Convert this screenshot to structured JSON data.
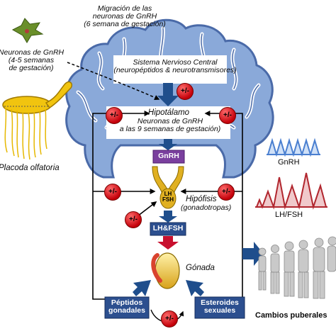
{
  "labels": {
    "migracion": "Migración de las\nneuronas de GnRH\n(6 semana de gestación)",
    "neuronas": "Neuronas de GnRH\n(4-5 semanas\nde gestación)",
    "snc": "Sistema Nervioso Central\n(neuropéptidos & neurotransmisores)",
    "hipotalamo_title": "Hipotálamo",
    "hipotalamo_sub": "Neuronas de GnRH\na las 9 semanas de gestación)",
    "placoda": "Placoda olfatoria",
    "gnrh_box": "GnRH",
    "lhfsh_glyph": "LH\nFSH",
    "hipofisis_title": "Hipófisis",
    "hipofisis_sub": "(gonadotropas)",
    "lhfsh_box": "LH&FSH",
    "gonada": "Gónada",
    "peptidos": "Péptidos\ngonadales",
    "esteroides": "Esteroides\nsexuales",
    "cambios": "Cambios puberales",
    "gnrh_pulse_label": "GnRH",
    "lhfsh_pulse_label": "LH/FSH",
    "pm_symbol": "+/-"
  },
  "colors": {
    "brain": "#8aa9d9",
    "brain_stroke": "#4a6aa8",
    "arrow_blue": "#1f4e8c",
    "box_purple": "#7a3f9e",
    "box_blue": "#2c4f8f",
    "arrow_red": "#c8102e",
    "pituitary": "#e0b021",
    "gnrh_pulse": "#4a7fd0",
    "lhfsh_pulse": "#b1262e"
  }
}
